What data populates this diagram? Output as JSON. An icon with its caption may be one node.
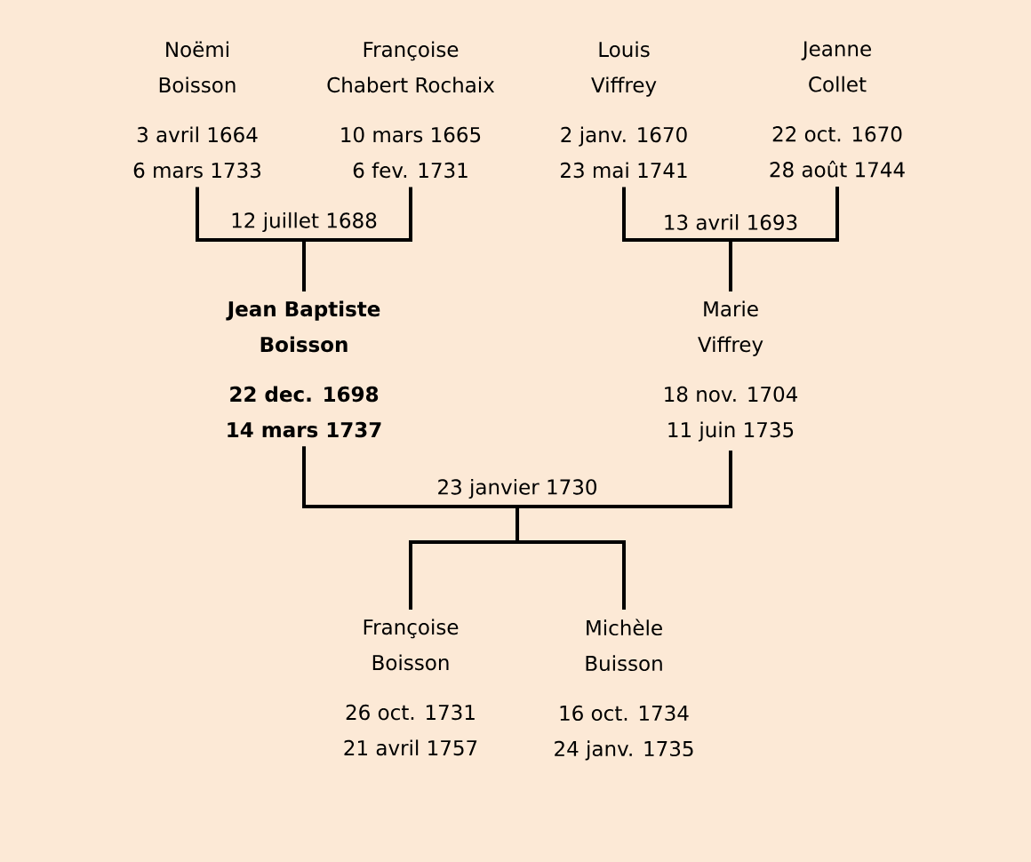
{
  "diagram": {
    "nodes": [
      {
        "text": [
          "Noëmi Boisson",
          "3 avril 1664",
          "6 mars 1733"
        ]
      },
      {
        "text": [
          "Françoise Chabert Rochaix",
          "10 mars 1665",
          "6 fev. 1731"
        ]
      },
      {
        "text": [
          "Louis Viffrey",
          "2 janv. 1670",
          "23 mai 1741"
        ]
      },
      {
        "text": [
          "Jeanne Collet",
          "22 oct. 1670",
          "28 août 1744"
        ]
      },
      {
        "text": [
          "Jean Baptiste Boisson",
          "22 dec. 1698",
          "14 mars 1737"
        ]
      },
      {
        "text": [
          "Marie Viffrey",
          "18 nov. 1704",
          "11 juin 1735"
        ]
      },
      {
        "text": [
          "Françoise Boisson",
          "26 oct. 1731",
          "21 avril 1757"
        ]
      },
      {
        "text": [
          "Michèle Buisson",
          "16 oct. 1734",
          "24 janv. 1735"
        ]
      }
    ],
    "edges": [
      {
        "from": 0,
        "to": 4,
        "arrow": "none",
        "label": "12 juillet 1688"
      },
      {
        "from": 1,
        "to": 4,
        "arrow": "none"
      },
      {
        "from": 2,
        "to": 5,
        "arrow": "none",
        "label": "13 avril 1693"
      },
      {
        "from": 3,
        "to": 5,
        "arrow": "none"
      },
      {
        "from": 4,
        "to": 6,
        "arrow": "none",
        "label": "23 janvier 1730"
      },
      {
        "from": 5,
        "to": 6,
        "arrow": "none"
      },
      {
        "from": 4,
        "to": 7,
        "arrow": "none"
      },
      {
        "from": 5,
        "to": 7,
        "arrow": "none"
      }
    ]
  }
}
